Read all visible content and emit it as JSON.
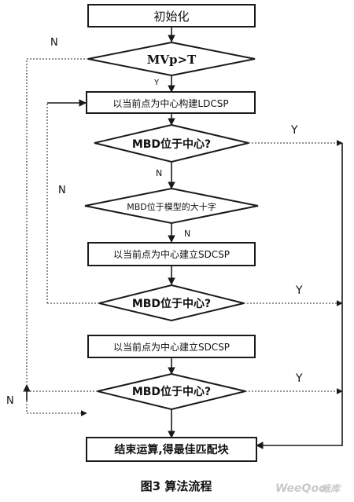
{
  "nodes": {
    "init": "初始化",
    "d_mvp": "MVp>T",
    "ldcsp": "以当前点为中心构建LDCSP",
    "d_center1": "MBD位于中心?",
    "d_cross": "MBD位于模型的大十字",
    "sdcsp1": "以当前点为中心建立SDCSP",
    "d_center2": "MBD位于中心?",
    "sdcsp2": "以当前点为中心建立SDCSP",
    "d_center3": "MBD位于中心?",
    "end": "结束运算,得最佳匹配块"
  },
  "edge_labels": {
    "mvp_no": "N",
    "mvp_yes": "Y",
    "center1_yes": "Y",
    "center1_no": "N",
    "cross_yes": "N",
    "cross_no": "N",
    "center2_yes": "Y",
    "center3_yes": "Y",
    "center3_no": "N"
  },
  "caption": "图3  算法流程",
  "watermark": {
    "brand": "WeeQoo",
    "suffix": "维库"
  }
}
